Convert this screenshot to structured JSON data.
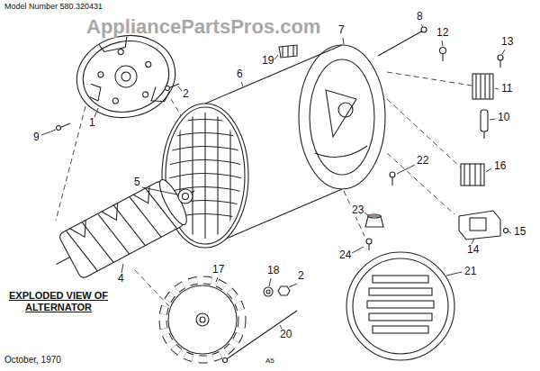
{
  "diagram": {
    "labels": [
      "Model Number 580.320431",
      "AppliancePartsPros.com",
      "1",
      "2",
      "9",
      "19",
      "7",
      "8",
      "12",
      "13",
      "11",
      "10",
      "6",
      "5",
      "22",
      "16",
      "14",
      "15",
      "4",
      "23",
      "24",
      "21",
      "17",
      "18",
      "2",
      "20",
      "EXPLODED VIEW OF ALTERNATOR",
      "October, 1970",
      "A5"
    ]
  }
}
